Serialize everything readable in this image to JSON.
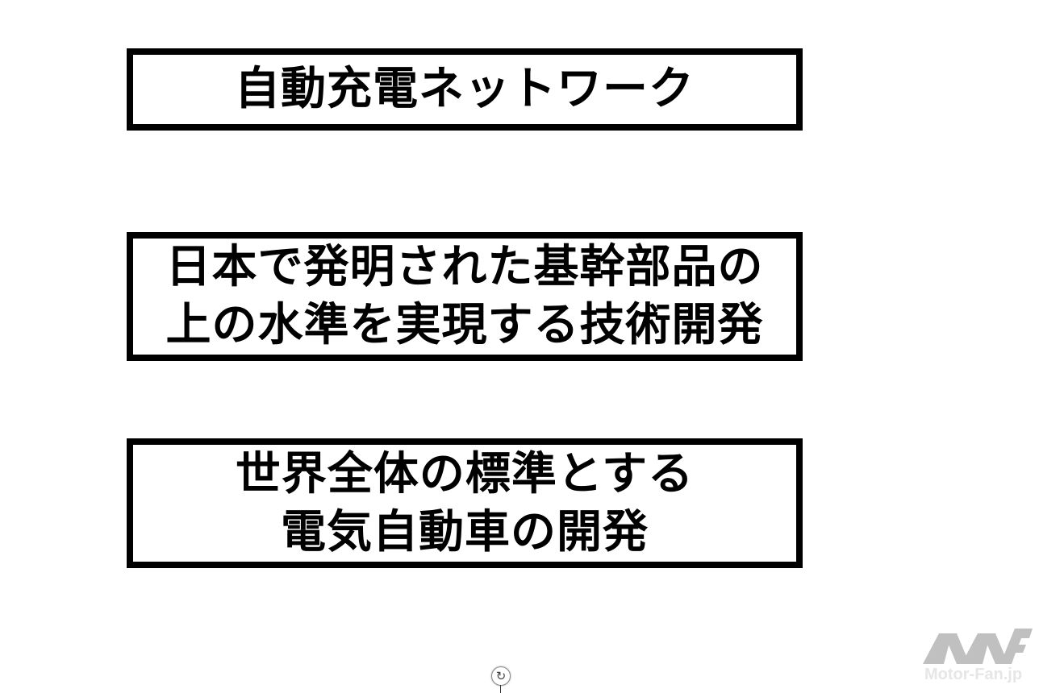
{
  "boxes": [
    {
      "lines": [
        "自動充電ネットワーク"
      ]
    },
    {
      "lines": [
        "日本で発明された基幹部品の",
        "上の水準を実現する技術開発"
      ]
    },
    {
      "lines": [
        "世界全体の標準とする",
        "電気自動車の開発"
      ]
    }
  ],
  "rotate_handle": {
    "icon": "rotate-icon",
    "glyph": "↻"
  },
  "watermark": {
    "text": "Motor-Fan.jp",
    "color": "#c0c0c0"
  }
}
